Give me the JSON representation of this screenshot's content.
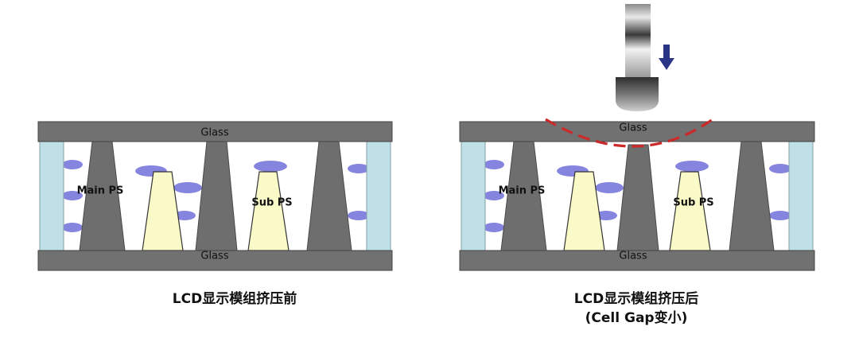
{
  "colors": {
    "glass": "#717171",
    "spacer": "#6e6e6e",
    "sub_spacer": "#fafac8",
    "side_seal": "#bfe0e6",
    "liquid_crystal": "#8585e0",
    "deform_curve": "#cc2a2a",
    "arrow": "#2b3585"
  },
  "left_panel": {
    "glass_top_label": "Glass",
    "glass_bottom_label": "Glass",
    "main_ps_label": "Main PS",
    "sub_ps_label": "Sub PS",
    "caption": "LCD显示模组挤压前"
  },
  "right_panel": {
    "glass_top_label": "Glass",
    "glass_bottom_label": "Glass",
    "main_ps_label": "Main PS",
    "sub_ps_label": "Sub PS",
    "caption_line1": "LCD显示模组挤压后",
    "caption_line2": "(Cell Gap变小)"
  },
  "press_tool": {
    "arrow_icon": "down-arrow-icon"
  }
}
